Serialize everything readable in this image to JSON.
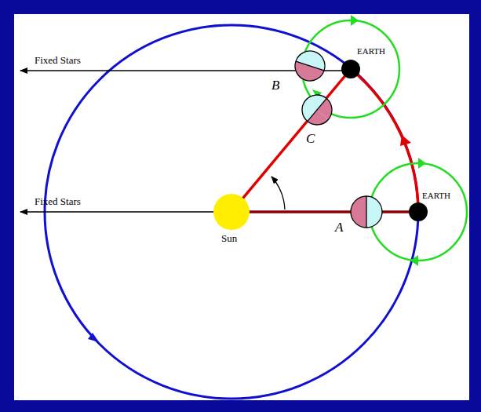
{
  "diagram": {
    "labels": [
      "Fixed Stars",
      "EARTH",
      "Fixed Stars",
      "EARTH",
      "Sun",
      "B",
      "C",
      "A"
    ]
  }
}
